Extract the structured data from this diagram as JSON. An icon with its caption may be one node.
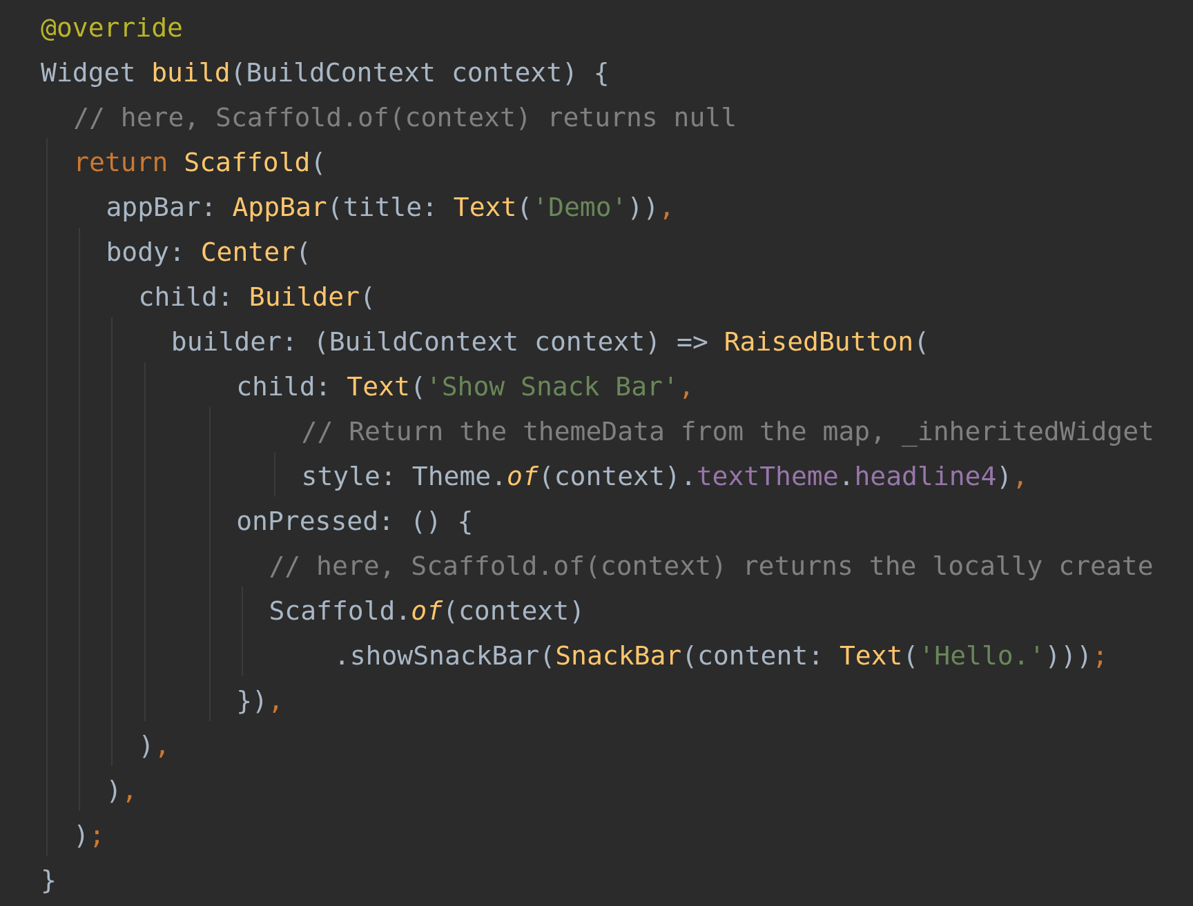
{
  "diagram": {
    "labels": [
      "@override",
      "Widget build(BuildContext context) {",
      "// here, Scaffold.of(context) returns null",
      "return Scaffold(",
      "appBar: AppBar(title: Text('Demo')),",
      "body: Center(",
      "child: Builder(",
      "builder: (BuildContext context) => RaisedButton(",
      "child: Text('Show Snack Bar',",
      "// Return the themeData from the map, _inheritedWidget",
      "style: Theme.*of*(context).textTheme.headline4),",
      "onPressed: () {",
      "// here, Scaffold.of(context) returns the locally create",
      "Scaffold.*of*(context)",
      ".showSnackBar(SnackBar(content: Text('Hello.')));",
      "}),",
      "),",
      "),",
      ");",
      "}"
    ]
  }
}
